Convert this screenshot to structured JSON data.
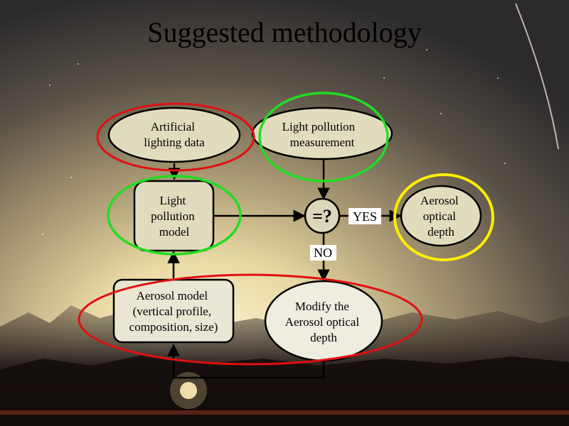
{
  "title": "Suggested methodology",
  "nodes": {
    "artificial_lighting": [
      "Artificial",
      "lighting data"
    ],
    "measurement": [
      "Light pollution",
      "measurement"
    ],
    "model": [
      "Light",
      "pollution",
      "model"
    ],
    "compare": "=?",
    "aod": [
      "Aerosol",
      "optical",
      "depth"
    ],
    "aerosol_model": [
      "Aerosol model",
      "(vertical profile,",
      "composition, size)"
    ],
    "modify": [
      "Modify the",
      "Aerosol optical",
      "depth"
    ]
  },
  "edges": {
    "yes": "YES",
    "no": "NO"
  },
  "colors": {
    "red": "#e01010",
    "green": "#22dd22",
    "yellow": "#ffee00",
    "node_fill": "#e2dcbf",
    "stroke": "#000000"
  }
}
